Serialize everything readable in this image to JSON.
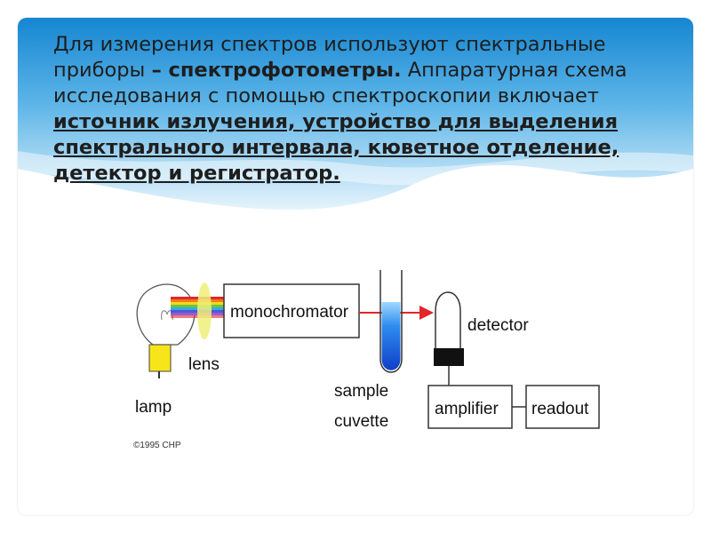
{
  "text": {
    "part1": "Для измерения спектров используют спектральные приборы ",
    "part2_bold": "– спектрофотометры.",
    "part3": " Аппаратурная схема исследования с помощью спектроскопии включает ",
    "part4_underlined": "источник излучения, устройство для выделения спектрального интервала, кюветное отделение, детектор и регистратор."
  },
  "diagram": {
    "lamp_label": "lamp",
    "lens_label": "lens",
    "monochromator_label": "monochromator",
    "sample_label_line1": "sample",
    "sample_label_line2": "cuvette",
    "detector_label": "detector",
    "amplifier_label": "amplifier",
    "readout_label": "readout",
    "copyright": "©1995 CHP"
  },
  "colors": {
    "sky_top": "#1a8fd6",
    "sky_light": "#bfe3f7",
    "lamp_base": "#f7e51a",
    "lens": "#eef07a",
    "sample_liquid": "#1f6fe0",
    "beam_arrow": "#e3262a",
    "detector_base": "#111111"
  }
}
